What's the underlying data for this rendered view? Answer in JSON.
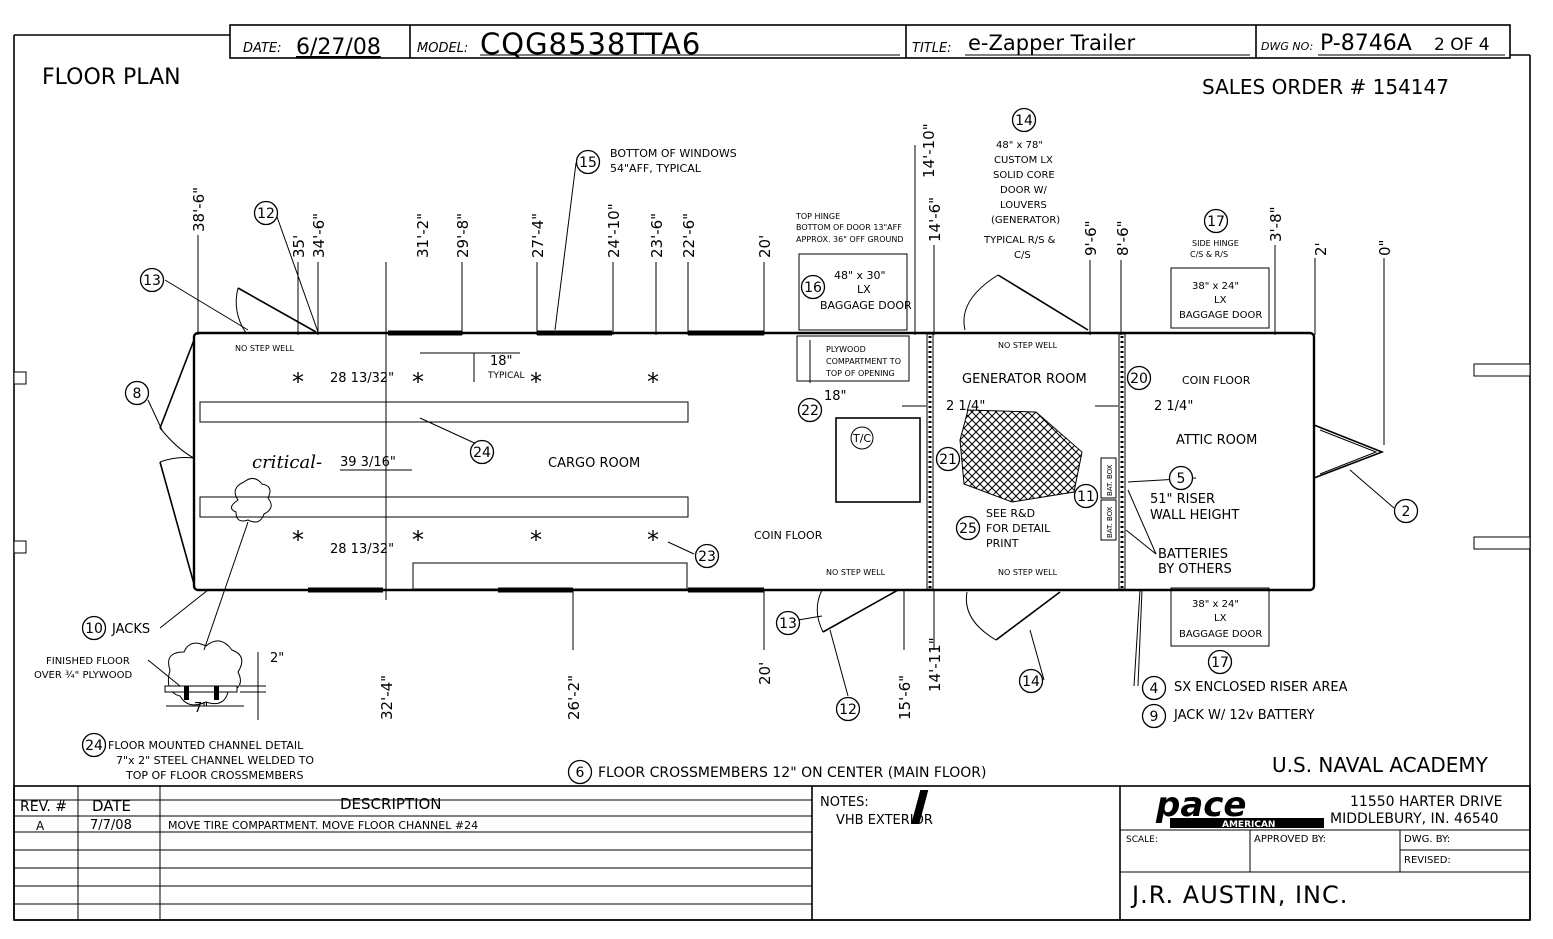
{
  "title_block": {
    "date_label": "DATE:",
    "date": "6/27/08",
    "model_label": "MODEL:",
    "model": "CQG8538TTA6",
    "title_label": "TITLE:",
    "title": "e-Zapper Trailer",
    "dwg_label": "DWG NO:",
    "dwg": "P-8746A",
    "sheet": "2 OF 4"
  },
  "header": {
    "floor_plan": "FLOOR PLAN",
    "sales_order": "SALES ORDER # 154147",
    "customer": "U.S. NAVAL ACADEMY"
  },
  "top_dims": [
    "38'-6\"",
    "35'",
    "34'-6\"",
    "31'-2\"",
    "29'-8\"",
    "27'-4\"",
    "24'-10\"",
    "23'-6\"",
    "22'-6\"",
    "20'",
    "14'-10\"",
    "14'-6\"",
    "9'-6\"",
    "8'-6\"",
    "3'-8\"",
    "2'",
    "0\""
  ],
  "bottom_dims": [
    "32'-4\"",
    "26'-2\"",
    "20'",
    "15'-6\"",
    "14'-11\""
  ],
  "rooms": {
    "cargo": "CARGO ROOM",
    "coin_floor": "COIN FLOOR",
    "generator": "GENERATOR ROOM",
    "coin_floor2": "COIN FLOOR",
    "attic": "ATTIC ROOM",
    "tc": "T/C",
    "no_step_1": "NO STEP WELL",
    "no_step_2": "NO STEP WELL",
    "no_step_3": "NO STEP WELL",
    "no_step_4": "NO STEP WELL"
  },
  "inner_dims": {
    "w1": "28 13/32\"",
    "w2": "28 13/32\"",
    "critical": "critical-",
    "c39": "39 3/16\"",
    "typ18": "18\"",
    "typical": "TYPICAL",
    "d18": "18\"",
    "q1": "2 1/4\"",
    "q2": "2 1/4\"",
    "riser": "51\" RISER",
    "wall": "WALL HEIGHT",
    "see": "SEE R&D",
    "for": "FOR DETAIL",
    "print": "PRINT",
    "bat": "BAT. BOX"
  },
  "callouts": {
    "c15a": "BOTTOM OF WINDOWS",
    "c15b": "54\"AFF, TYPICAL",
    "c14a": "48\" x 78\"",
    "c14b": "CUSTOM LX",
    "c14c": "SOLID CORE",
    "c14d": "DOOR W/",
    "c14e": "LOUVERS",
    "c14f": "(GENERATOR)",
    "c14g": "TYPICAL R/S &",
    "c14h": "C/S",
    "hinge1": "TOP HINGE",
    "hinge2": "BOTTOM OF DOOR 13\"AFF",
    "hinge3": "APPROX. 36\" OFF GROUND",
    "bag16a": "48\" x 30\"",
    "bag16b": "LX",
    "bag16c": "BAGGAGE DOOR",
    "ply1": "PLYWOOD",
    "ply2": "COMPARTMENT TO",
    "ply3": "TOP OF OPENING",
    "side1": "SIDE HINGE",
    "side2": "C/S & R/S",
    "bag17a": "38\" x 24\"",
    "bag17b": "LX",
    "bag17c": "BAGGAGE DOOR",
    "bag17d": "38\" x 24\"",
    "bag17e": "LX",
    "bag17f": "BAGGAGE DOOR",
    "batt1": "BATTERIES",
    "batt2": "BY OTHERS",
    "jacks": "JACKS",
    "fin1": "FINISHED FLOOR",
    "fin2": "OVER ¾\" PLYWOOD",
    "two": "2\"",
    "seven": "7\"",
    "ch1": "FLOOR MOUNTED CHANNEL DETAIL",
    "ch2": "7\"x 2\" STEEL CHANNEL WELDED TO",
    "ch3": "TOP OF FLOOR CROSSMEMBERS",
    "riser_area": "SX ENCLOSED RISER AREA",
    "jack_batt": "JACK W/ 12v BATTERY",
    "crossmembers": "FLOOR CROSSMEMBERS 12\" ON CENTER (MAIN FLOOR)"
  },
  "numbers": [
    "15",
    "14",
    "12",
    "13",
    "16",
    "17",
    "8",
    "22",
    "24",
    "21",
    "20",
    "5",
    "11",
    "2",
    "25",
    "23",
    "10",
    "13",
    "12",
    "14",
    "17",
    "4",
    "9",
    "24",
    "6"
  ],
  "revision_table": {
    "headers": [
      "REV. #",
      "DATE",
      "DESCRIPTION"
    ],
    "rows": [
      [
        "A",
        "7/7/08",
        "MOVE TIRE COMPARTMENT. MOVE FLOOR CHANNEL #24"
      ]
    ]
  },
  "notes": {
    "label": "NOTES:",
    "text": "VHB EXTERIOR"
  },
  "company": {
    "logo": "pace",
    "logo_sub": "AMERICAN",
    "addr1": "11550 HARTER DRIVE",
    "addr2": "MIDDLEBURY, IN. 46540",
    "scale": "SCALE:",
    "approved": "APPROVED BY:",
    "dwg_by": "DWG. BY:",
    "revised": "REVISED:",
    "name": "J.R. AUSTIN, INC."
  }
}
